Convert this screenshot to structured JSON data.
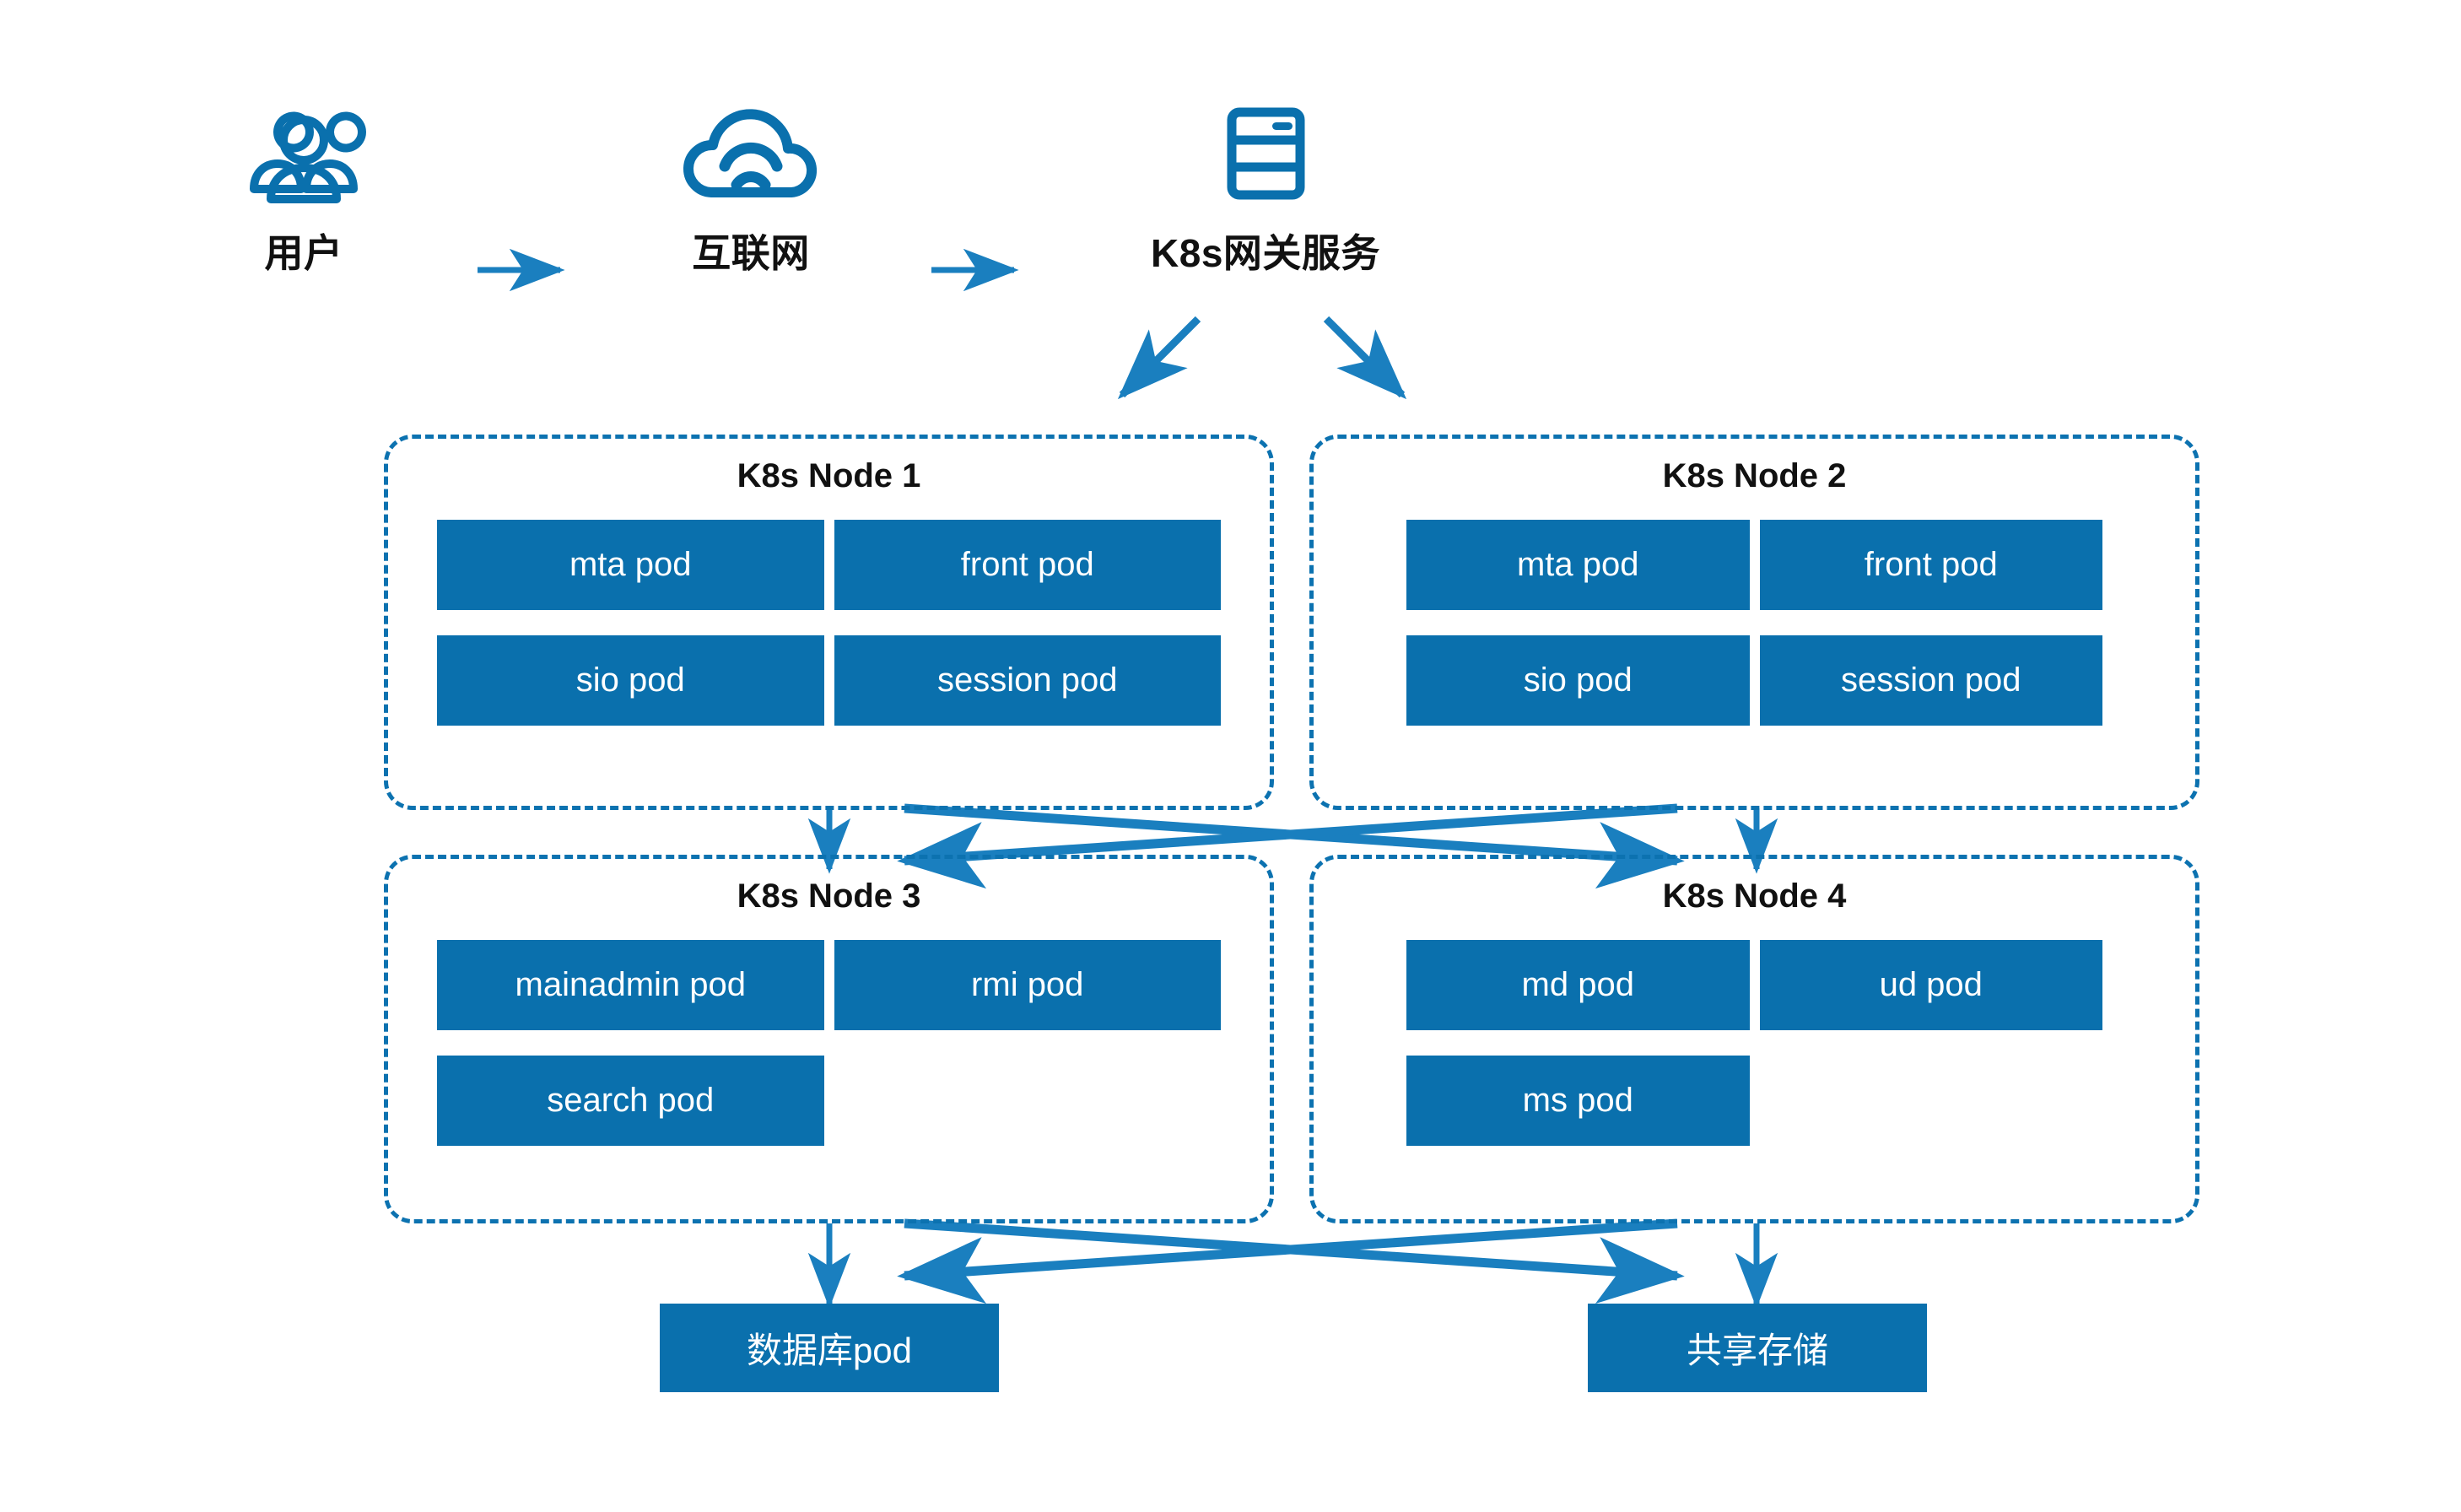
{
  "theme": {
    "accent_blue": "#0a70ad",
    "line_blue": "#1a7fbf",
    "dash_blue": "#0c72b0",
    "text_dark": "#111111",
    "pod_text": "#ffffff",
    "background": "#ffffff"
  },
  "flow": {
    "items": [
      {
        "id": "users",
        "label": "用户",
        "icon": "users-icon"
      },
      {
        "id": "internet",
        "label": "互联网",
        "icon": "cloud-wifi-icon"
      },
      {
        "id": "gateway",
        "label": "K8s网关服务",
        "icon": "server-rack-icon"
      }
    ],
    "arrows": [
      {
        "id": "users-to-internet",
        "icon": "arrow-right-icon"
      },
      {
        "id": "internet-to-gateway",
        "icon": "arrow-right-icon"
      }
    ]
  },
  "nodes": [
    {
      "id": "node-1",
      "title": "K8s Node 1",
      "pods": [
        "mta pod",
        "front pod",
        "sio pod",
        "session pod"
      ]
    },
    {
      "id": "node-2",
      "title": "K8s Node 2",
      "pods": [
        "mta pod",
        "front pod",
        "sio pod",
        "session pod"
      ]
    },
    {
      "id": "node-3",
      "title": "K8s Node 3",
      "pods": [
        "mainadmin pod",
        "rmi pod",
        "search pod"
      ]
    },
    {
      "id": "node-4",
      "title": "K8s Node 4",
      "pods": [
        "md pod",
        "ud pod",
        "ms pod"
      ]
    }
  ],
  "resources": [
    {
      "id": "database",
      "label": "数据库pod"
    },
    {
      "id": "storage",
      "label": "共享存储"
    }
  ],
  "connections": [
    {
      "from": "gateway",
      "to": "node-1",
      "style": "diagonal-arrow"
    },
    {
      "from": "gateway",
      "to": "node-2",
      "style": "diagonal-arrow"
    },
    {
      "from": "node-1",
      "to": "node-3",
      "style": "vertical-arrow"
    },
    {
      "from": "node-2",
      "to": "node-4",
      "style": "vertical-arrow"
    },
    {
      "from": "node-1",
      "to": "node-4",
      "style": "cross-arrow"
    },
    {
      "from": "node-2",
      "to": "node-3",
      "style": "cross-arrow"
    },
    {
      "from": "node-3",
      "to": "database",
      "style": "vertical-arrow"
    },
    {
      "from": "node-4",
      "to": "storage",
      "style": "vertical-arrow"
    },
    {
      "from": "node-3",
      "to": "storage",
      "style": "cross-arrow"
    },
    {
      "from": "node-4",
      "to": "database",
      "style": "cross-arrow"
    }
  ]
}
